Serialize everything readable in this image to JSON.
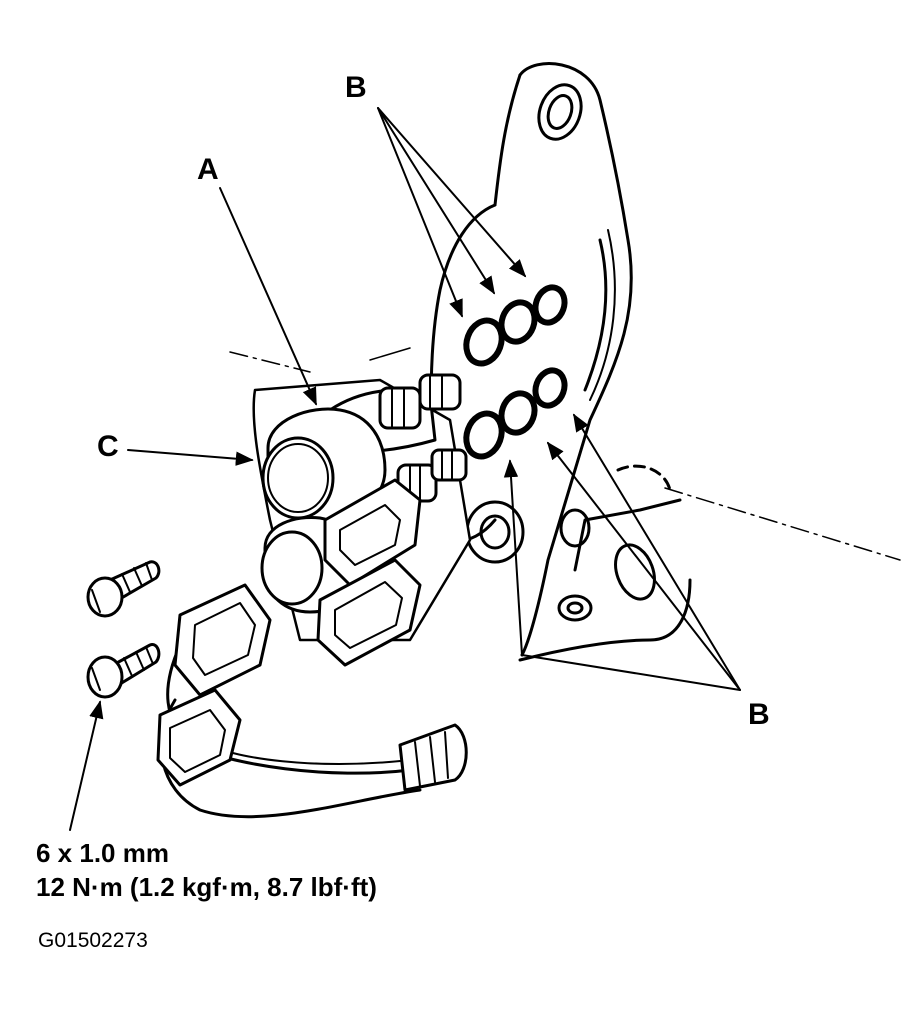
{
  "callouts": {
    "a": "A",
    "b_top": "B",
    "b_bottom": "B",
    "c": "C"
  },
  "bolt_spec": {
    "size": "6 x 1.0 mm",
    "torque": "12 N·m (1.2 kgf·m, 8.7 lbf·ft)"
  },
  "figure_id": "G01502273",
  "colors": {
    "ink": "#000000",
    "paper": "#ffffff"
  },
  "icons": {
    "solenoid": "shift-solenoid-assembly",
    "o_ring": "o-ring",
    "bolt": "flange-bolt",
    "connector": "wire-harness-connector"
  }
}
